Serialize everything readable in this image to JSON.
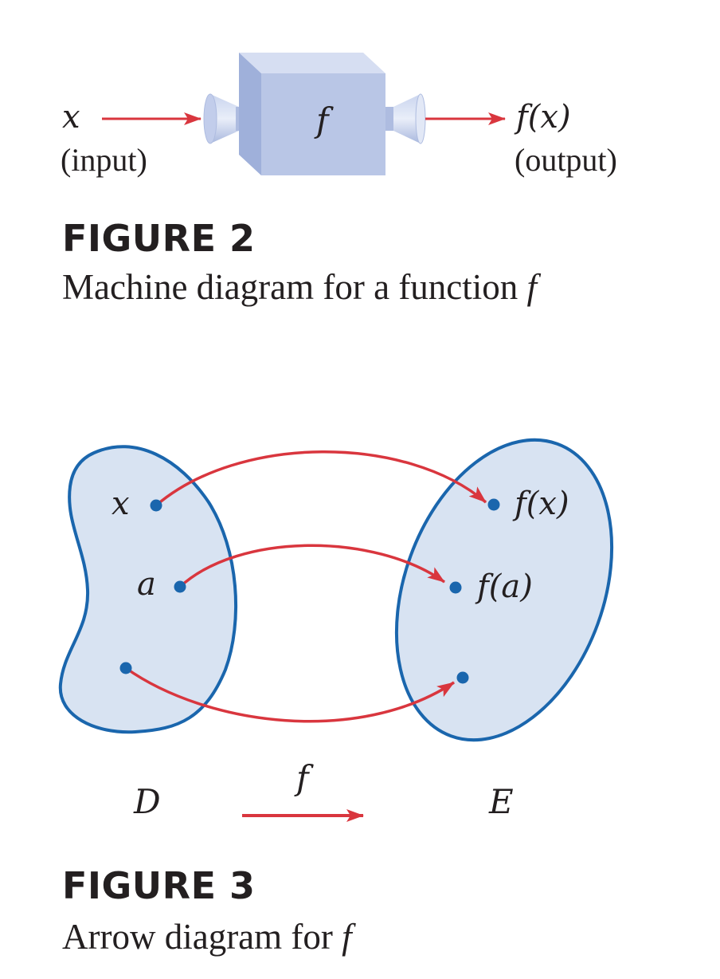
{
  "figure2": {
    "input_var": "x",
    "input_label": "(input)",
    "machine_label": "f",
    "output_var": "f(x)",
    "output_label": "(output)",
    "title": "FIGURE 2",
    "caption": "Machine diagram for a function",
    "caption_italic": "f"
  },
  "figure3": {
    "domain_points": [
      "x",
      "a"
    ],
    "codomain_points": [
      "f(x)",
      "f(a)"
    ],
    "domain_label": "D",
    "codomain_label": "E",
    "map_label": "f",
    "title": "FIGURE 3",
    "caption": "Arrow diagram for",
    "caption_italic": "f"
  },
  "colors": {
    "arrow": "#d9363e",
    "set_fill": "#d8e3f2",
    "set_stroke": "#1a66ad",
    "point": "#1a66ad",
    "box_front": "#b9c6e6",
    "box_top": "#d6def2",
    "box_side": "#9fb0da"
  }
}
